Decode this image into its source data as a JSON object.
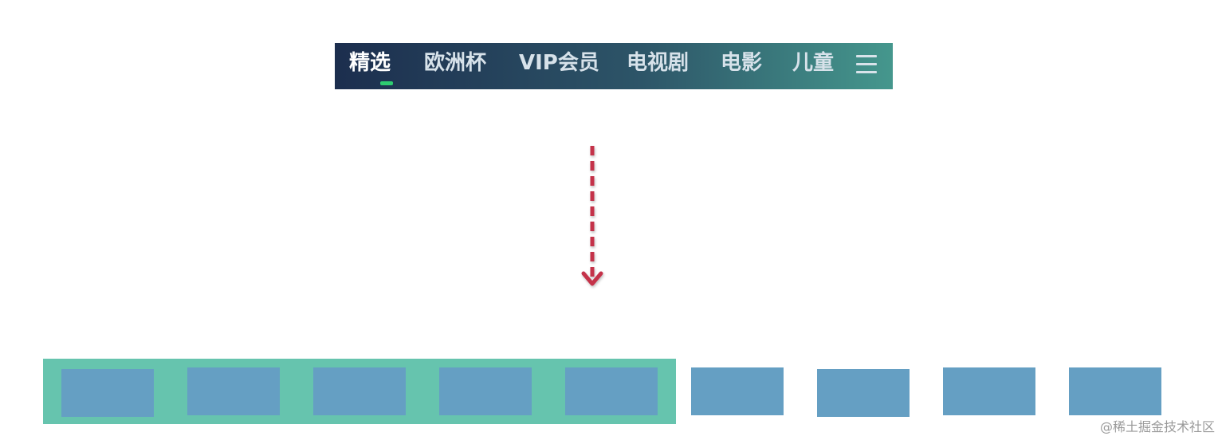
{
  "tabs": [
    {
      "label": "精选",
      "active": true
    },
    {
      "label": "欧洲杯",
      "active": false
    },
    {
      "label": "VIP会员",
      "active": false
    },
    {
      "label": "电视剧",
      "active": false
    },
    {
      "label": "电影",
      "active": false
    },
    {
      "label": "儿童",
      "active": false
    }
  ],
  "icons": {
    "menu": "menu-icon",
    "arrow": "arrow-down-icon"
  },
  "caption": "",
  "colors": {
    "tabbar_start": "#1c2e4e",
    "tabbar_end": "#45978d",
    "tab_indicator": "#2ecc71",
    "arrow": "#c4304a",
    "highlight": "#66c4ae",
    "block": "#659fc3"
  },
  "blocks": {
    "total": 9,
    "highlighted": 5
  },
  "watermark": "@稀土掘金技术社区"
}
